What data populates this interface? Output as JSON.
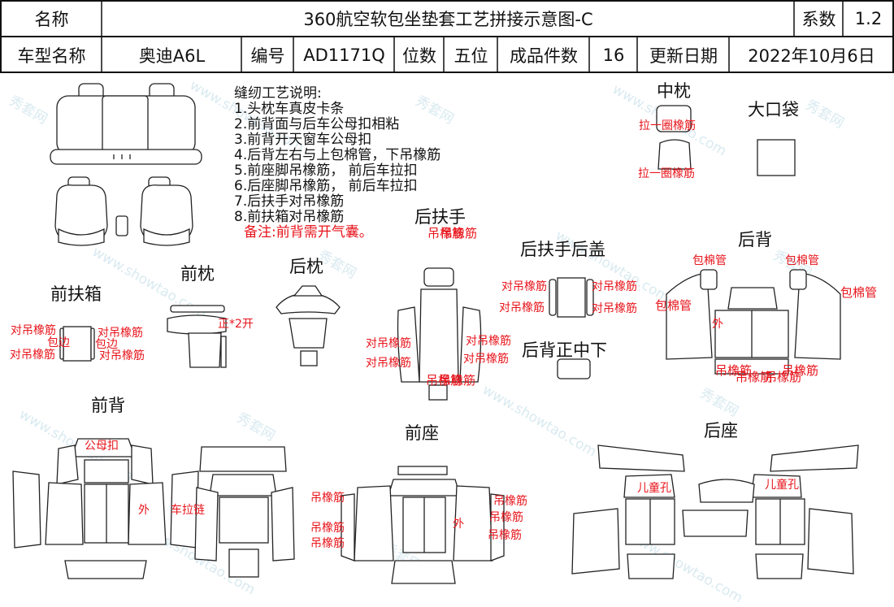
{
  "header": {
    "name_label": "名称",
    "title": "360航空软包坐垫套工艺拼接示意图-C",
    "series_label": "系数",
    "series_value": "1.2",
    "car_label": "车型名称",
    "car_value": "奥迪A6L",
    "code_label": "编号",
    "code_value": "AD1171Q",
    "seats_label": "位数",
    "seats_value": "五位",
    "count_label": "成品件数",
    "count_value": "16",
    "date_label": "更新日期",
    "date_value": "2022年10月6日"
  },
  "notes": {
    "heading": "缝纫工艺说明:",
    "items": [
      "1.头枕车真皮卡条",
      "2.前背面与后车公母扣相粘",
      "3.前背开天窗车公母扣",
      "4.后背左右与上包棉管，下吊橡筋",
      "5.前座脚吊橡筋， 前后车拉扣",
      "6.后座脚吊橡筋， 前后车拉扣",
      "7.后扶手对吊橡筋",
      "8.前扶箱对吊橡筋"
    ],
    "remark": "备注:前背需开气囊。"
  },
  "sections": {
    "front_box": "前扶箱",
    "front_headrest": "前枕",
    "rear_headrest": "后枕",
    "rear_armrest": "后扶手",
    "rear_armrest_cover": "后扶手后盖",
    "middle_headrest": "中枕",
    "big_pocket": "大口袋",
    "rear_back": "后背",
    "rear_back_center": "后背正中下",
    "front_back": "前背",
    "front_seat": "前座",
    "rear_seat": "后座"
  },
  "annotations": {
    "hang_elastic_pair": "对吊橡筋",
    "wrap_edge": "包边",
    "pull_circle_elastic": "拉一圈橡筋",
    "front_2_open": "正*2开",
    "hang_elastic_vertical": "吊橡筋",
    "hang_elastic": "吊橡筋",
    "cotton_tube": "包棉管",
    "outer": "外",
    "male_female_buckle": "公母扣",
    "car_zipper": "车拉链",
    "child_hole": "儿童孔"
  },
  "watermark": {
    "site_cn": "秀套网",
    "site_url": "www.showtao.com"
  }
}
